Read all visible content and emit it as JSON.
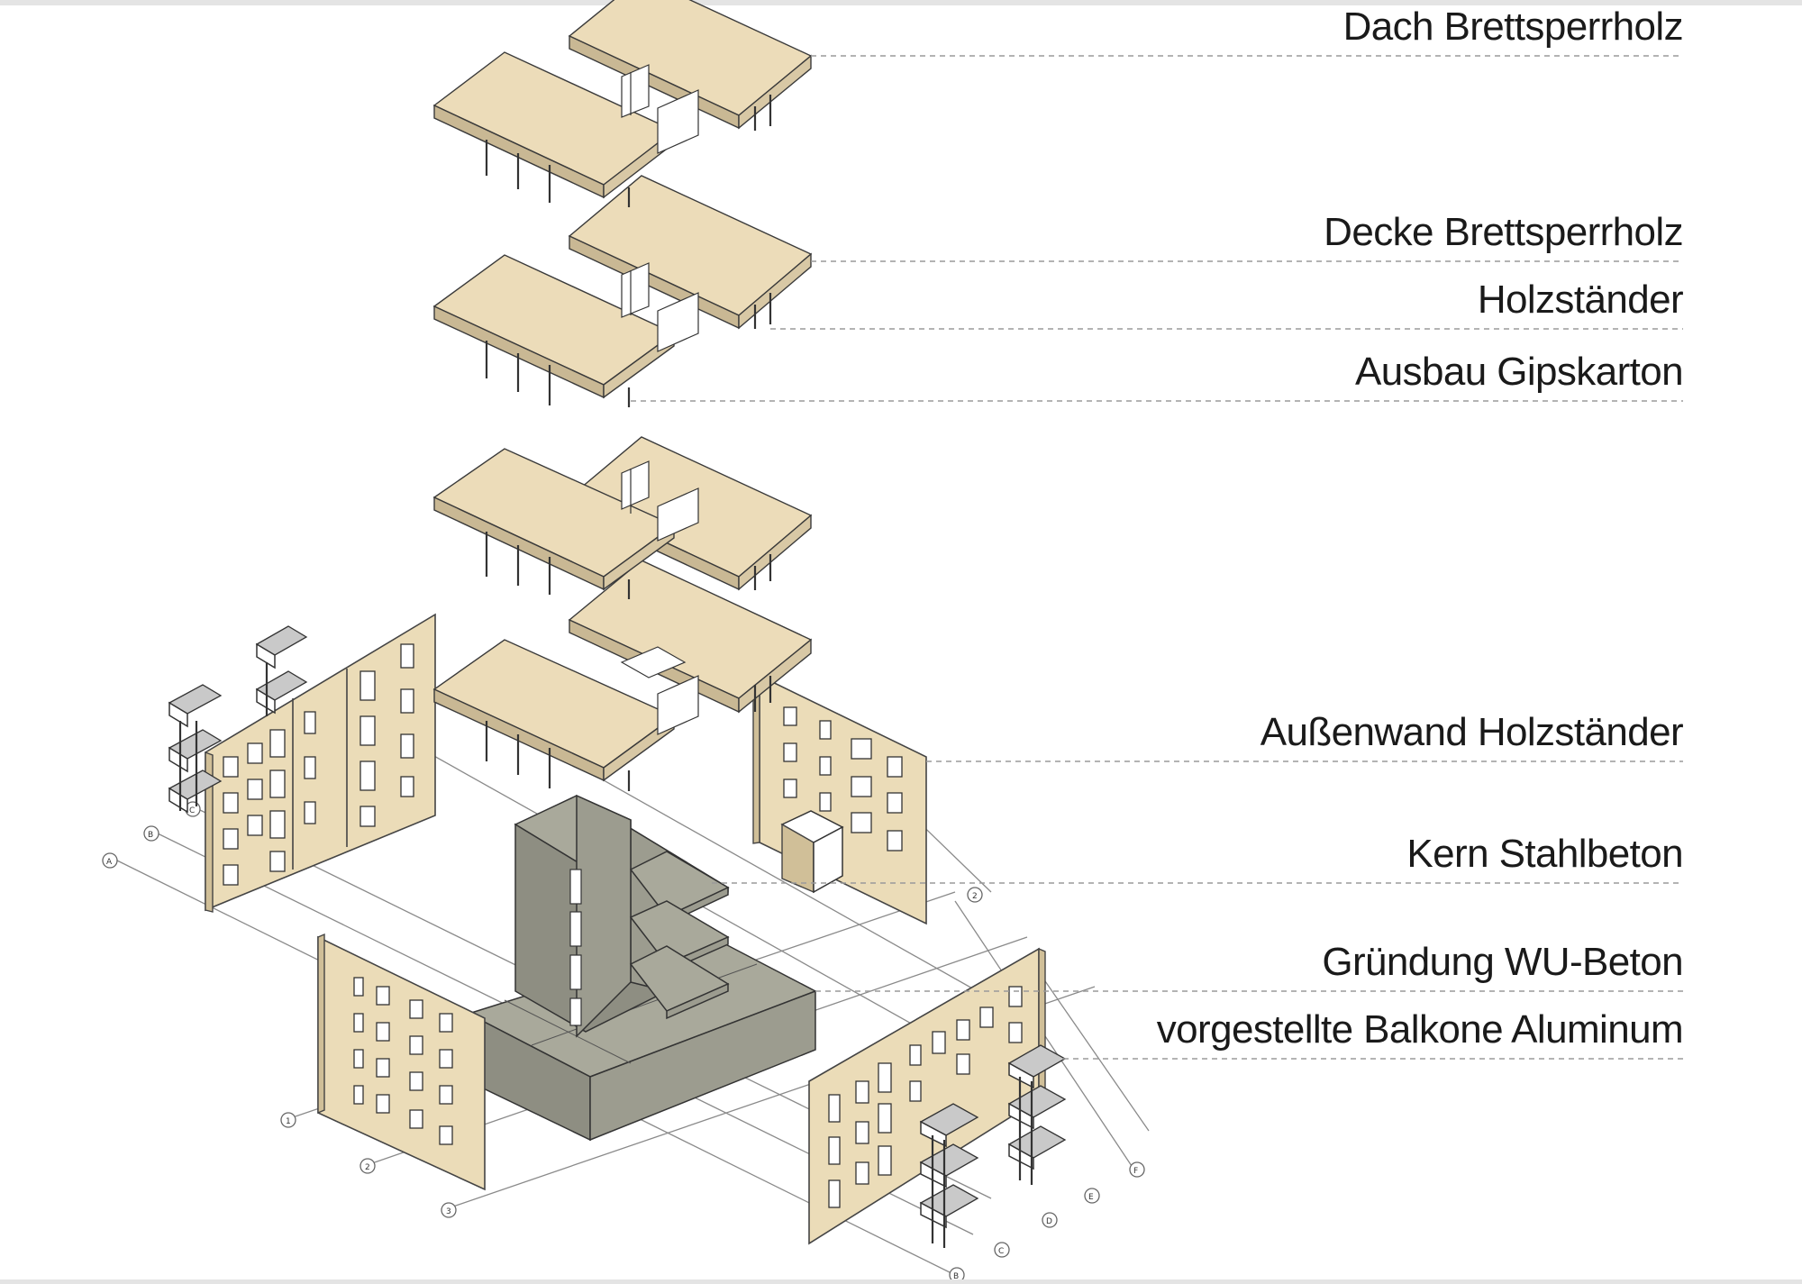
{
  "labels": [
    {
      "id": "dach",
      "text": "Dach Brettsperrholz"
    },
    {
      "id": "decke",
      "text": "Decke Brettsperrholz"
    },
    {
      "id": "holzstaender",
      "text": "Holzständer"
    },
    {
      "id": "ausbau",
      "text": "Ausbau Gipskarton"
    },
    {
      "id": "aussenwand",
      "text": "Außenwand Holzständer"
    },
    {
      "id": "kern",
      "text": "Kern Stahlbeton"
    },
    {
      "id": "gruendung",
      "text": "Gründung WU-Beton"
    },
    {
      "id": "balkone",
      "text": "vorgestellte Balkone Aluminum"
    }
  ],
  "grid_axes": {
    "left": [
      "A",
      "B",
      "C"
    ],
    "front": [
      "1",
      "2",
      "3"
    ],
    "right_numbers": [
      "2"
    ],
    "right": [
      "B",
      "C",
      "D",
      "E",
      "F"
    ]
  },
  "colors": {
    "timber": "#ecdcb9",
    "concrete": "#9c9c8f",
    "leader": "#9a9a9a"
  }
}
